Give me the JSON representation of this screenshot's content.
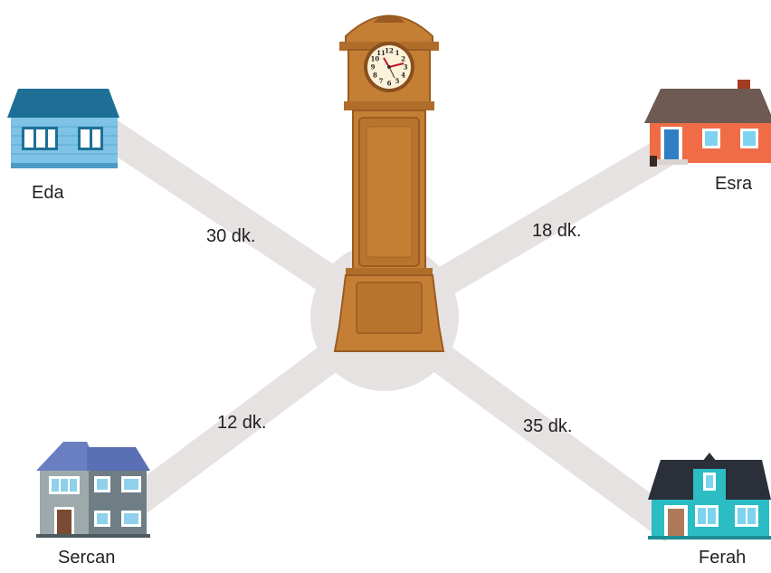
{
  "houses": {
    "eda": {
      "name": "Eda",
      "time": "30 dk."
    },
    "esra": {
      "name": "Esra",
      "time": "18 dk."
    },
    "sercan": {
      "name": "Sercan",
      "time": "12 dk."
    },
    "ferah": {
      "name": "Ferah",
      "time": "35 dk."
    }
  },
  "clock": {
    "numerals": [
      "12",
      "1",
      "2",
      "3",
      "4",
      "5",
      "6",
      "7",
      "8",
      "9",
      "10",
      "11"
    ]
  },
  "colors": {
    "road": "#e6e2e1",
    "clock_wood": "#c57f35",
    "clock_wood_dark": "#9a5b22",
    "eda_house": "#7ec3e6",
    "esra_house": "#ef6c46",
    "sercan_house": "#6f7e84",
    "ferah_house": "#2bbcc4"
  }
}
